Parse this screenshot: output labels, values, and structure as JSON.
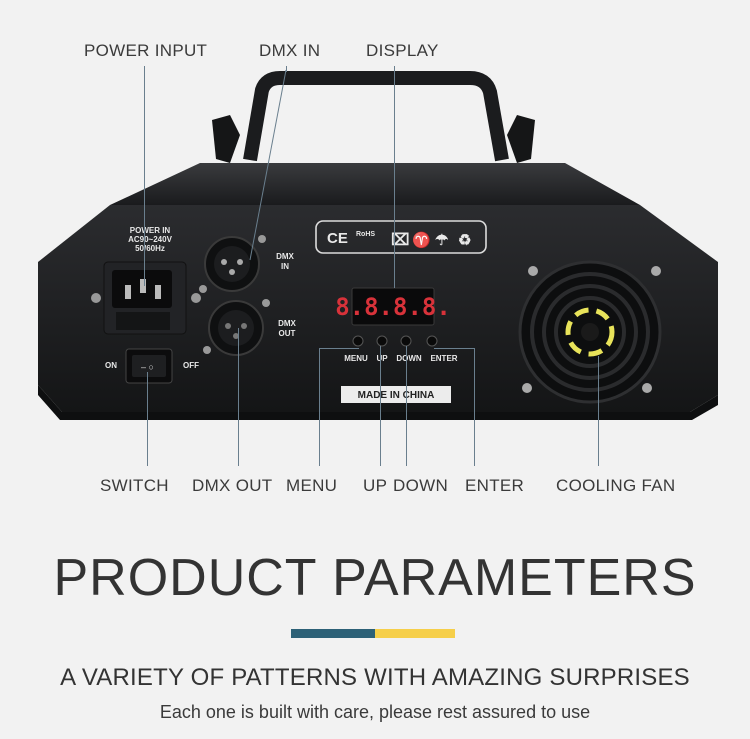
{
  "callouts": {
    "power_input": "POWER INPUT",
    "dmx_in": "DMX IN",
    "display": "DISPLAY",
    "switch": "SWITCH",
    "dmx_out": "DMX OUT",
    "menu": "MENU",
    "up": "UP",
    "down": "DOWN",
    "enter": "ENTER",
    "cooling_fan": "COOLING FAN"
  },
  "panel": {
    "power_in_line1": "POWER IN",
    "power_in_line2": "AC90~240V",
    "power_in_line3": "50/60Hz",
    "dmx_in_line1": "DMX",
    "dmx_in_line2": "IN",
    "dmx_out_line1": "DMX",
    "dmx_out_line2": "OUT",
    "on": "ON",
    "off": "OFF",
    "display_value": "8.8.8.8.",
    "btn_menu": "MENU",
    "btn_up": "UP",
    "btn_down": "DOWN",
    "btn_enter": "ENTER",
    "made_in": "MADE IN CHINA",
    "cert_ce": "CE",
    "cert_rohs": "RoHS"
  },
  "title": "PRODUCT PARAMETERS",
  "subtitle": "A VARIETY OF PATTERNS WITH AMAZING SURPRISES",
  "tagline": "Each one is built with care, please rest assured to use",
  "colors": {
    "accent_blue": "#2d6177",
    "accent_yellow": "#f6cf4a",
    "callout_line": "#6a7f8e",
    "device_body": "#1d1e20",
    "fan_yellow": "#e8e35a"
  }
}
